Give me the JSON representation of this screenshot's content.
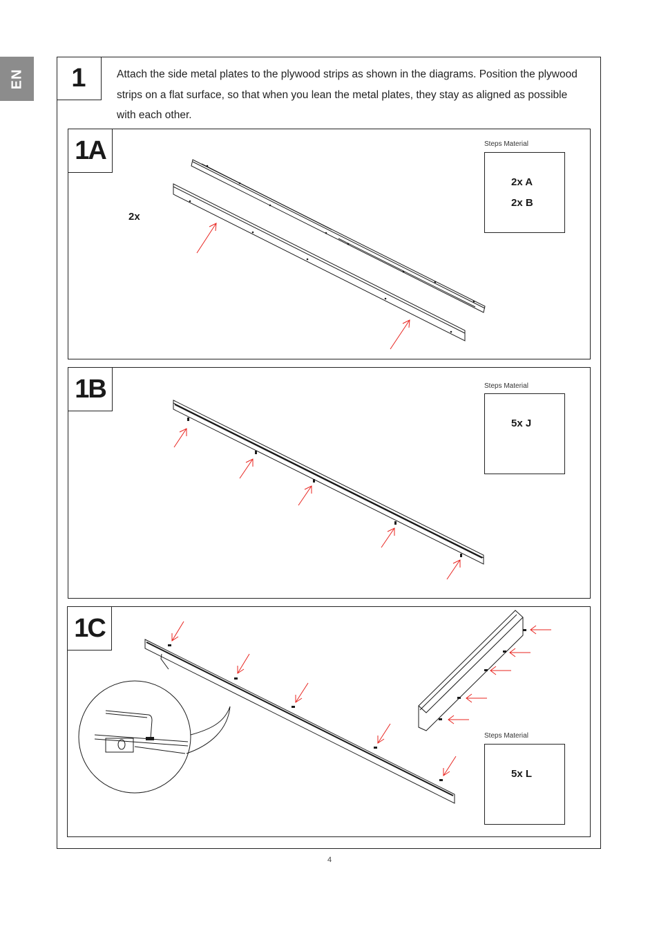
{
  "sidebar": {
    "language": "EN"
  },
  "step": {
    "number": "1",
    "instruction": "Attach the side metal plates to the plywood strips as shown in the diagrams. Position the plywood strips on a flat surface, so that when you lean the metal plates, they stay as aligned as possible with each other."
  },
  "panels": {
    "a": {
      "label": "1A",
      "quantity": "2x",
      "materials_title": "Steps Material",
      "materials": [
        "2x A",
        "2x B"
      ]
    },
    "b": {
      "label": "1B",
      "materials_title": "Steps Material",
      "materials": [
        "5x J"
      ]
    },
    "c": {
      "label": "1C",
      "materials_title": "Steps Material",
      "materials": [
        "5x L"
      ]
    }
  },
  "colors": {
    "arrow": "#e8231e",
    "line": "#1a1a1a",
    "tab": "#8c8c8c"
  },
  "footer": {
    "page_number": "4"
  }
}
